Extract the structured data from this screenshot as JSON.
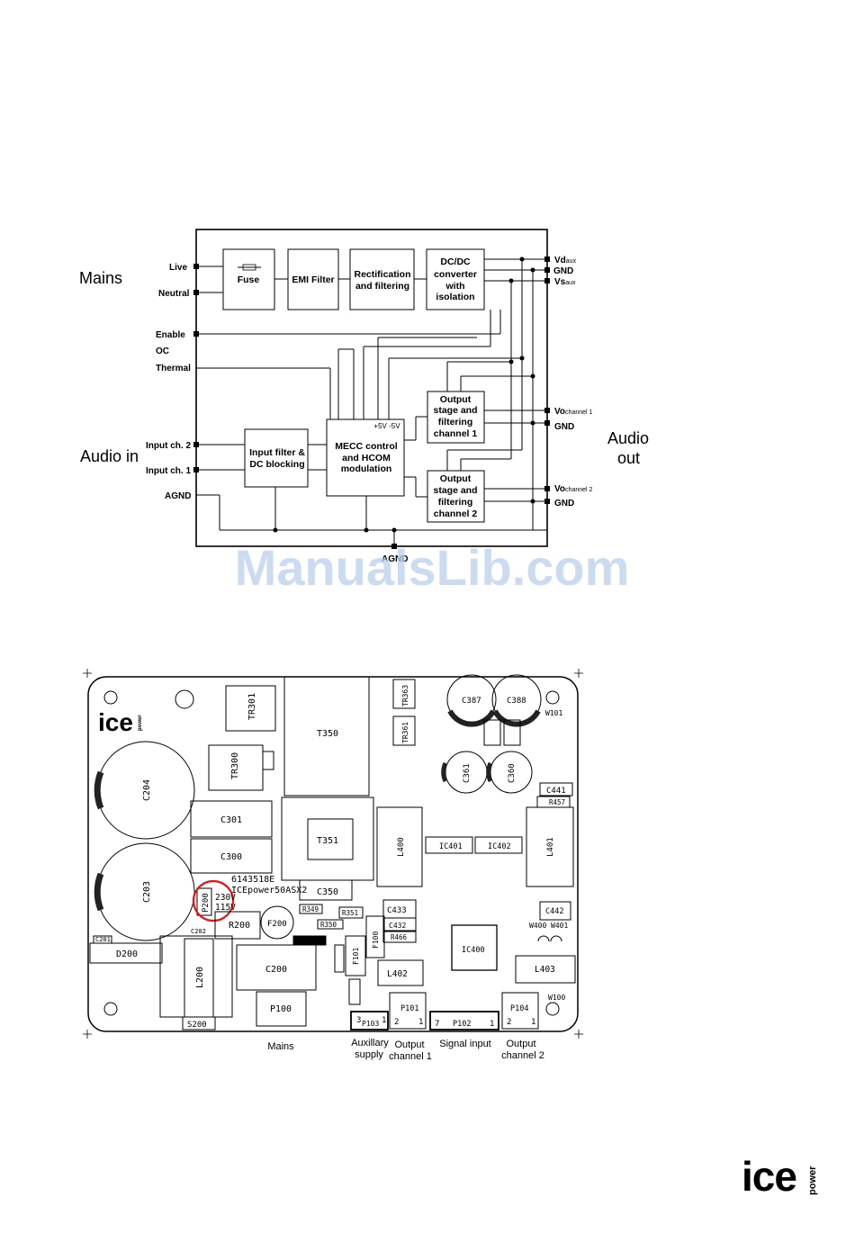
{
  "block_diagram": {
    "side_labels": {
      "mains": "Mains",
      "audio_in": "Audio in",
      "audio_out_1": "Audio",
      "audio_out_2": "out"
    },
    "left_pins": {
      "live": "Live",
      "neutral": "Neutral",
      "enable": "Enable",
      "oc": "OC",
      "thermal": "Thermal",
      "input_ch2": "Input ch. 2",
      "input_ch1": "Input ch. 1",
      "agnd": "AGND"
    },
    "blocks": {
      "fuse": "Fuse",
      "emi": "EMI Filter",
      "rect_1": "Rectification",
      "rect_2": "and filtering",
      "dcdc_1": "DC/DC",
      "dcdc_2": "converter",
      "dcdc_3": "with",
      "dcdc_4": "isolation",
      "out1_1": "Output",
      "out1_2": "stage and",
      "out1_3": "filtering",
      "out1_4": "channel 1",
      "out2_1": "Output",
      "out2_2": "stage and",
      "out2_3": "filtering",
      "out2_4": "channel 2",
      "mecc_1": "MECC control",
      "mecc_2": "and HCOM",
      "mecc_3": "modulation",
      "mecc_supply": "+5V  -5V",
      "inf_1": "Input filter &",
      "inf_2": "DC blocking"
    },
    "right_pins": {
      "vdaux": "Vd",
      "vdaux_sub": "aux",
      "gnd_top": "GND",
      "vsaux": "Vs",
      "vsaux_sub": "aux",
      "vo1": "Vo",
      "vo1_sub": "channel 1",
      "gnd1": "GND",
      "vo2": "Vo",
      "vo2_sub": "channel 2",
      "gnd2": "GND"
    },
    "bottom_pin": "AGND"
  },
  "watermark": "ManualsLib.com",
  "pcb": {
    "brand": "ice",
    "brand_sub": "power",
    "part_number": "6143518E",
    "model": "ICEpower50ASX2",
    "voltage_1": "230V",
    "voltage_2": "115V",
    "components": {
      "c204": "C204",
      "c203": "C203",
      "c301": "C301",
      "c300": "C300",
      "tr301": "TR301",
      "tr300": "TR300",
      "t350": "T350",
      "t351": "T351",
      "c350": "C350",
      "r200": "R200",
      "f200": "F200",
      "p200": "P200",
      "d200": "D200",
      "l200": "L200",
      "c200": "C200",
      "p100": "P100",
      "c202": "C202",
      "c201": "C201",
      "s200": "S200",
      "r349": "R349",
      "r350": "R350",
      "r351": "R351",
      "f100": "F100",
      "f101": "F101",
      "c387": "C387",
      "c388": "C388",
      "c361": "C361",
      "c360": "C360",
      "tr363": "TR363",
      "tr361": "TR361",
      "w101": "W101",
      "c441": "C441",
      "r457": "R457",
      "l400": "L400",
      "l401": "L401",
      "ic401": "IC401",
      "ic402": "IC402",
      "c433": "C433",
      "c432": "C432",
      "r466": "R466",
      "l402": "L402",
      "ic400": "IC400",
      "c442": "C442",
      "w400": "W400",
      "w401": "W401",
      "l403": "L403",
      "w100": "W100",
      "p101": "P101",
      "p102": "P102",
      "p103": "P103",
      "p104": "P104"
    },
    "pin_numbers": {
      "p103_a": "3",
      "p103_b": "1",
      "p101_a": "2",
      "p101_b": "1",
      "p102_a": "7",
      "p102_b": "1",
      "p104_a": "2",
      "p104_b": "1"
    },
    "captions": {
      "mains": "Mains",
      "aux_1": "Auxillary",
      "aux_2": "supply",
      "out1_1": "Output",
      "out1_2": "channel 1",
      "sig": "Signal input",
      "out2_1": "Output",
      "out2_2": "channel 2"
    }
  },
  "footer_logo": {
    "text": "ice",
    "sub": "power"
  }
}
